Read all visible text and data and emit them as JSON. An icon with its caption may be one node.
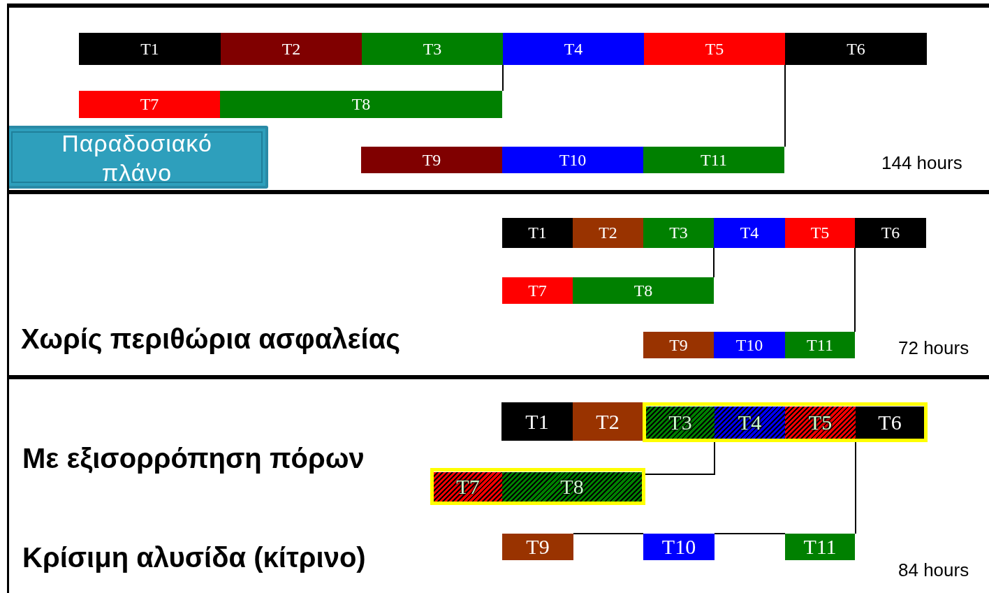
{
  "diagram": {
    "nodes": [
      {
        "text": [
          "144 hours"
        ]
      },
      {
        "text": [
          "Παραδοσιακό πλάνο"
        ],
        "in": 0
      },
      {
        "text": [
          "T1"
        ],
        "in": 0
      },
      {
        "text": [
          "T2"
        ],
        "in": 0
      },
      {
        "text": [
          "T3"
        ],
        "in": 0
      },
      {
        "text": [
          "T4"
        ],
        "in": 0
      },
      {
        "text": [
          "T5"
        ],
        "in": 0
      },
      {
        "text": [
          "T6"
        ],
        "in": 0
      },
      {
        "text": [
          "T7"
        ],
        "in": 0
      },
      {
        "text": [
          "T8"
        ],
        "in": 0
      },
      {
        "text": [
          "T9"
        ],
        "in": 0
      },
      {
        "text": [
          "T10"
        ],
        "in": 0
      },
      {
        "text": [
          "T11"
        ],
        "in": 0
      },
      {
        "text": [
          "Χωρίς περιθώρια ασφαλείας",
          "72 hours"
        ]
      },
      {
        "text": [
          "T1"
        ],
        "in": 13
      },
      {
        "text": [
          "T2"
        ],
        "in": 13
      },
      {
        "text": [
          "T3"
        ],
        "in": 13
      },
      {
        "text": [
          "T4"
        ],
        "in": 13
      },
      {
        "text": [
          "T5"
        ],
        "in": 13
      },
      {
        "text": [
          "T6"
        ],
        "in": 13
      },
      {
        "text": [
          "T7"
        ],
        "in": 13
      },
      {
        "text": [
          "T8"
        ],
        "in": 13
      },
      {
        "text": [
          "T9"
        ],
        "in": 13
      },
      {
        "text": [
          "T10"
        ],
        "in": 13
      },
      {
        "text": [
          "T11"
        ],
        "in": 13
      },
      {
        "text": [
          "Με εξισορρόπηση πόρων",
          "Κρίσιμη αλυσίδα (κίτρινο)",
          "84 hours"
        ]
      },
      {
        "text": [
          "T1"
        ],
        "in": 25
      },
      {
        "text": [
          "T2"
        ],
        "in": 25
      },
      {
        "text": [],
        "shape": "box",
        "in": 25
      },
      {
        "text": [
          "T3"
        ],
        "in": 28
      },
      {
        "text": [
          "T4"
        ],
        "in": 28
      },
      {
        "text": [
          "T5"
        ],
        "in": 28
      },
      {
        "text": [
          "T6"
        ],
        "in": 28
      },
      {
        "text": [],
        "shape": "box",
        "in": 25
      },
      {
        "text": [
          "T7"
        ],
        "in": 33
      },
      {
        "text": [
          "T8"
        ],
        "in": 33
      },
      {
        "text": [
          "T9"
        ],
        "in": 25
      },
      {
        "text": [
          "T10"
        ],
        "in": 25
      },
      {
        "text": [
          "T11"
        ],
        "in": 25
      }
    ],
    "edges": [
      {
        "from": 9,
        "to": 5,
        "arrow": "none"
      },
      {
        "from": 12,
        "to": 7,
        "arrow": "none"
      },
      {
        "from": 21,
        "to": 17,
        "arrow": "none"
      },
      {
        "from": 24,
        "to": 19,
        "arrow": "none"
      },
      {
        "from": 35,
        "to": 30,
        "arrow": "none"
      },
      {
        "from": 36,
        "to": 37,
        "arrow": "none"
      },
      {
        "from": 37,
        "to": 38,
        "arrow": "none"
      },
      {
        "from": 38,
        "to": 32,
        "arrow": "none"
      }
    ]
  }
}
